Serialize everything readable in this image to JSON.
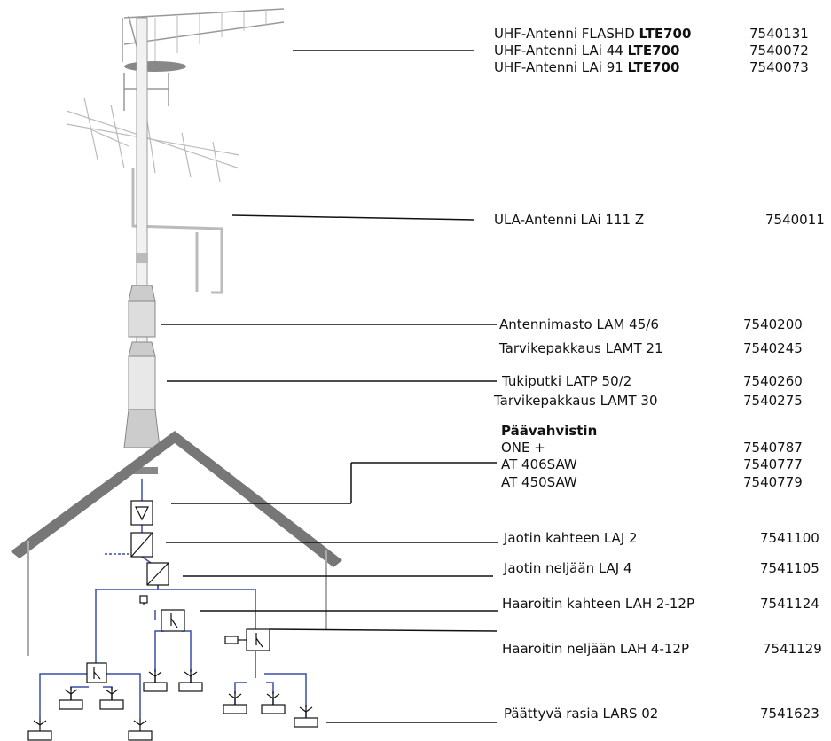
{
  "products": {
    "uhf1": {
      "name": "UHF-Antenni FLASHD ",
      "suffix": "LTE700",
      "code": "7540131"
    },
    "uhf2": {
      "name": "UHF-Antenni LAi 44 ",
      "suffix": "LTE700",
      "code": "7540072"
    },
    "uhf3": {
      "name": "UHF-Antenni LAi 91 ",
      "suffix": "LTE700",
      "code": "7540073"
    },
    "ula": {
      "name": "ULA-Antenni LAi 111 Z",
      "code": "7540011"
    },
    "mast": {
      "name": "Antennimasto LAM 45/6",
      "code": "7540200"
    },
    "kit21": {
      "name": "Tarvikepakkaus LAMT 21",
      "code": "7540245"
    },
    "pipe": {
      "name": "Tukiputki LATP 50/2",
      "code": "7540260"
    },
    "kit30": {
      "name": "Tarvikepakkaus LAMT 30",
      "code": "7540275"
    },
    "amp": {
      "heading": "Päävahvistin",
      "items": [
        {
          "name": "ONE +",
          "code": "7540787"
        },
        {
          "name": "AT 406SAW",
          "code": "7540777"
        },
        {
          "name": "AT 450SAW",
          "code": "7540779"
        }
      ]
    },
    "split2": {
      "name": "Jaotin kahteen LAJ 2",
      "code": "7541100"
    },
    "split4": {
      "name": "Jaotin neljään LAJ 4",
      "code": "7541105"
    },
    "tap2": {
      "name": "Haaroitin kahteen LAH 2-12P",
      "code": "7541124"
    },
    "tap4": {
      "name": "Haaroitin neljään LAH 4-12P",
      "code": "7541129"
    },
    "outlet": {
      "name": "Päättyvä rasia LARS 02",
      "code": "7541623"
    }
  },
  "colors": {
    "cable": "#3a4fa8",
    "roof": "#777777",
    "ink": "#111111"
  }
}
